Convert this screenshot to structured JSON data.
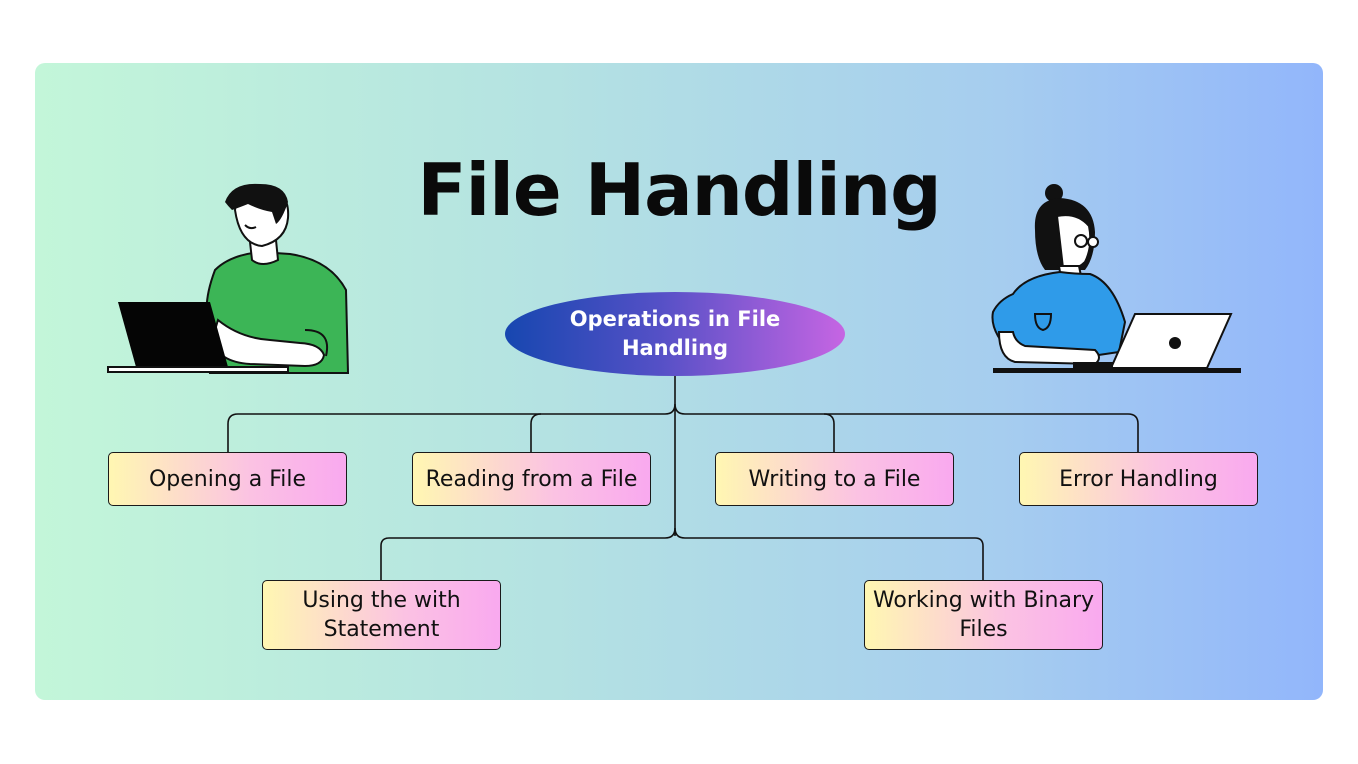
{
  "title": "File Handling",
  "root": {
    "label": "Operations in File Handling"
  },
  "nodes": [
    {
      "label": "Opening a File"
    },
    {
      "label": "Reading from a File"
    },
    {
      "label": "Writing to a File"
    },
    {
      "label": "Error Handling"
    },
    {
      "label": "Using the with Statement"
    },
    {
      "label": "Working with Binary Files"
    }
  ],
  "colors": {
    "background_left": "#c3f6d9",
    "background_right": "#92b6fb",
    "root_left": "#1747b0",
    "root_right": "#c665e3",
    "node_left": "#fff7b2",
    "node_right": "#f9a9ef"
  },
  "illustrations": {
    "left": "man-with-laptop-icon",
    "right": "woman-with-laptop-icon"
  }
}
